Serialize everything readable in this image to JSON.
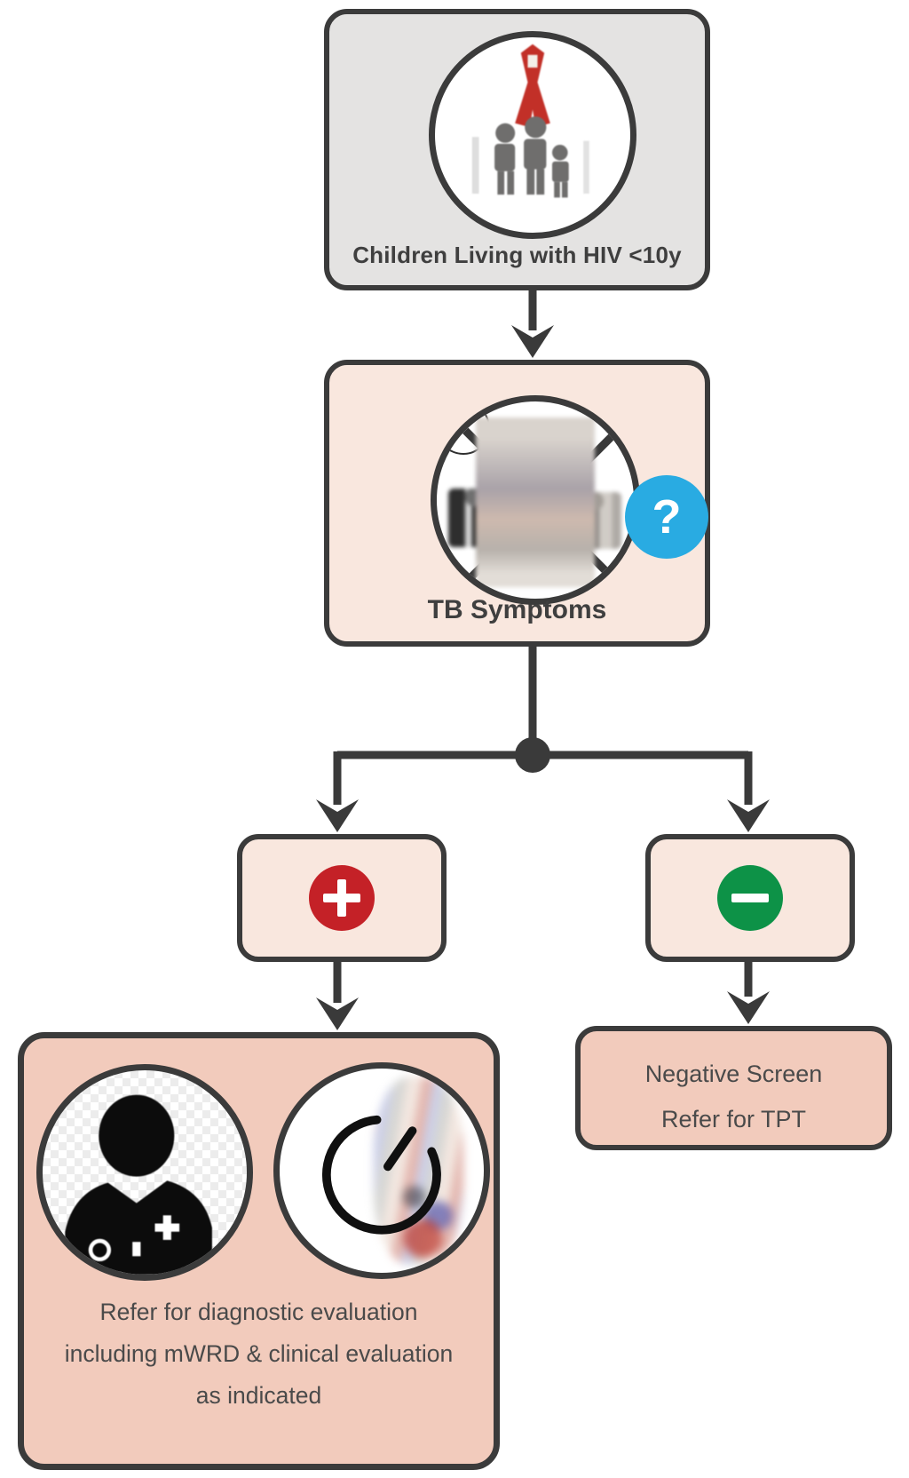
{
  "diagram": {
    "type": "flowchart",
    "topic": "TB symptom screening pathway for children living with HIV"
  },
  "nodes": {
    "start": {
      "label": "Children Living with HIV <10y",
      "icon": "family-hiv-ribbon-icon"
    },
    "screening": {
      "label": "TB Symptoms",
      "icon": "tb-symptom-wheel-icon",
      "badge": "?"
    },
    "result_positive": {
      "icon": "plus-icon"
    },
    "result_negative": {
      "icon": "minus-icon"
    },
    "outcome_positive": {
      "line1": "Refer for diagnostic evaluation",
      "line2": "including mWRD & clinical evaluation",
      "line3": "as indicated",
      "icon1": "doctor-icon",
      "icon2": "diagnostic-test-icon"
    },
    "outcome_negative": {
      "line1": "Negative Screen",
      "line2": "Refer for TPT"
    }
  },
  "colors": {
    "gray_node": "#e4e3e2",
    "peach_light": "#f9e7de",
    "peach_dark": "#f2cbbc",
    "positive_red": "#c42127",
    "negative_green": "#0d9247",
    "question_blue": "#29abe2",
    "connector": "#3a3a3a",
    "text": "#474747"
  }
}
